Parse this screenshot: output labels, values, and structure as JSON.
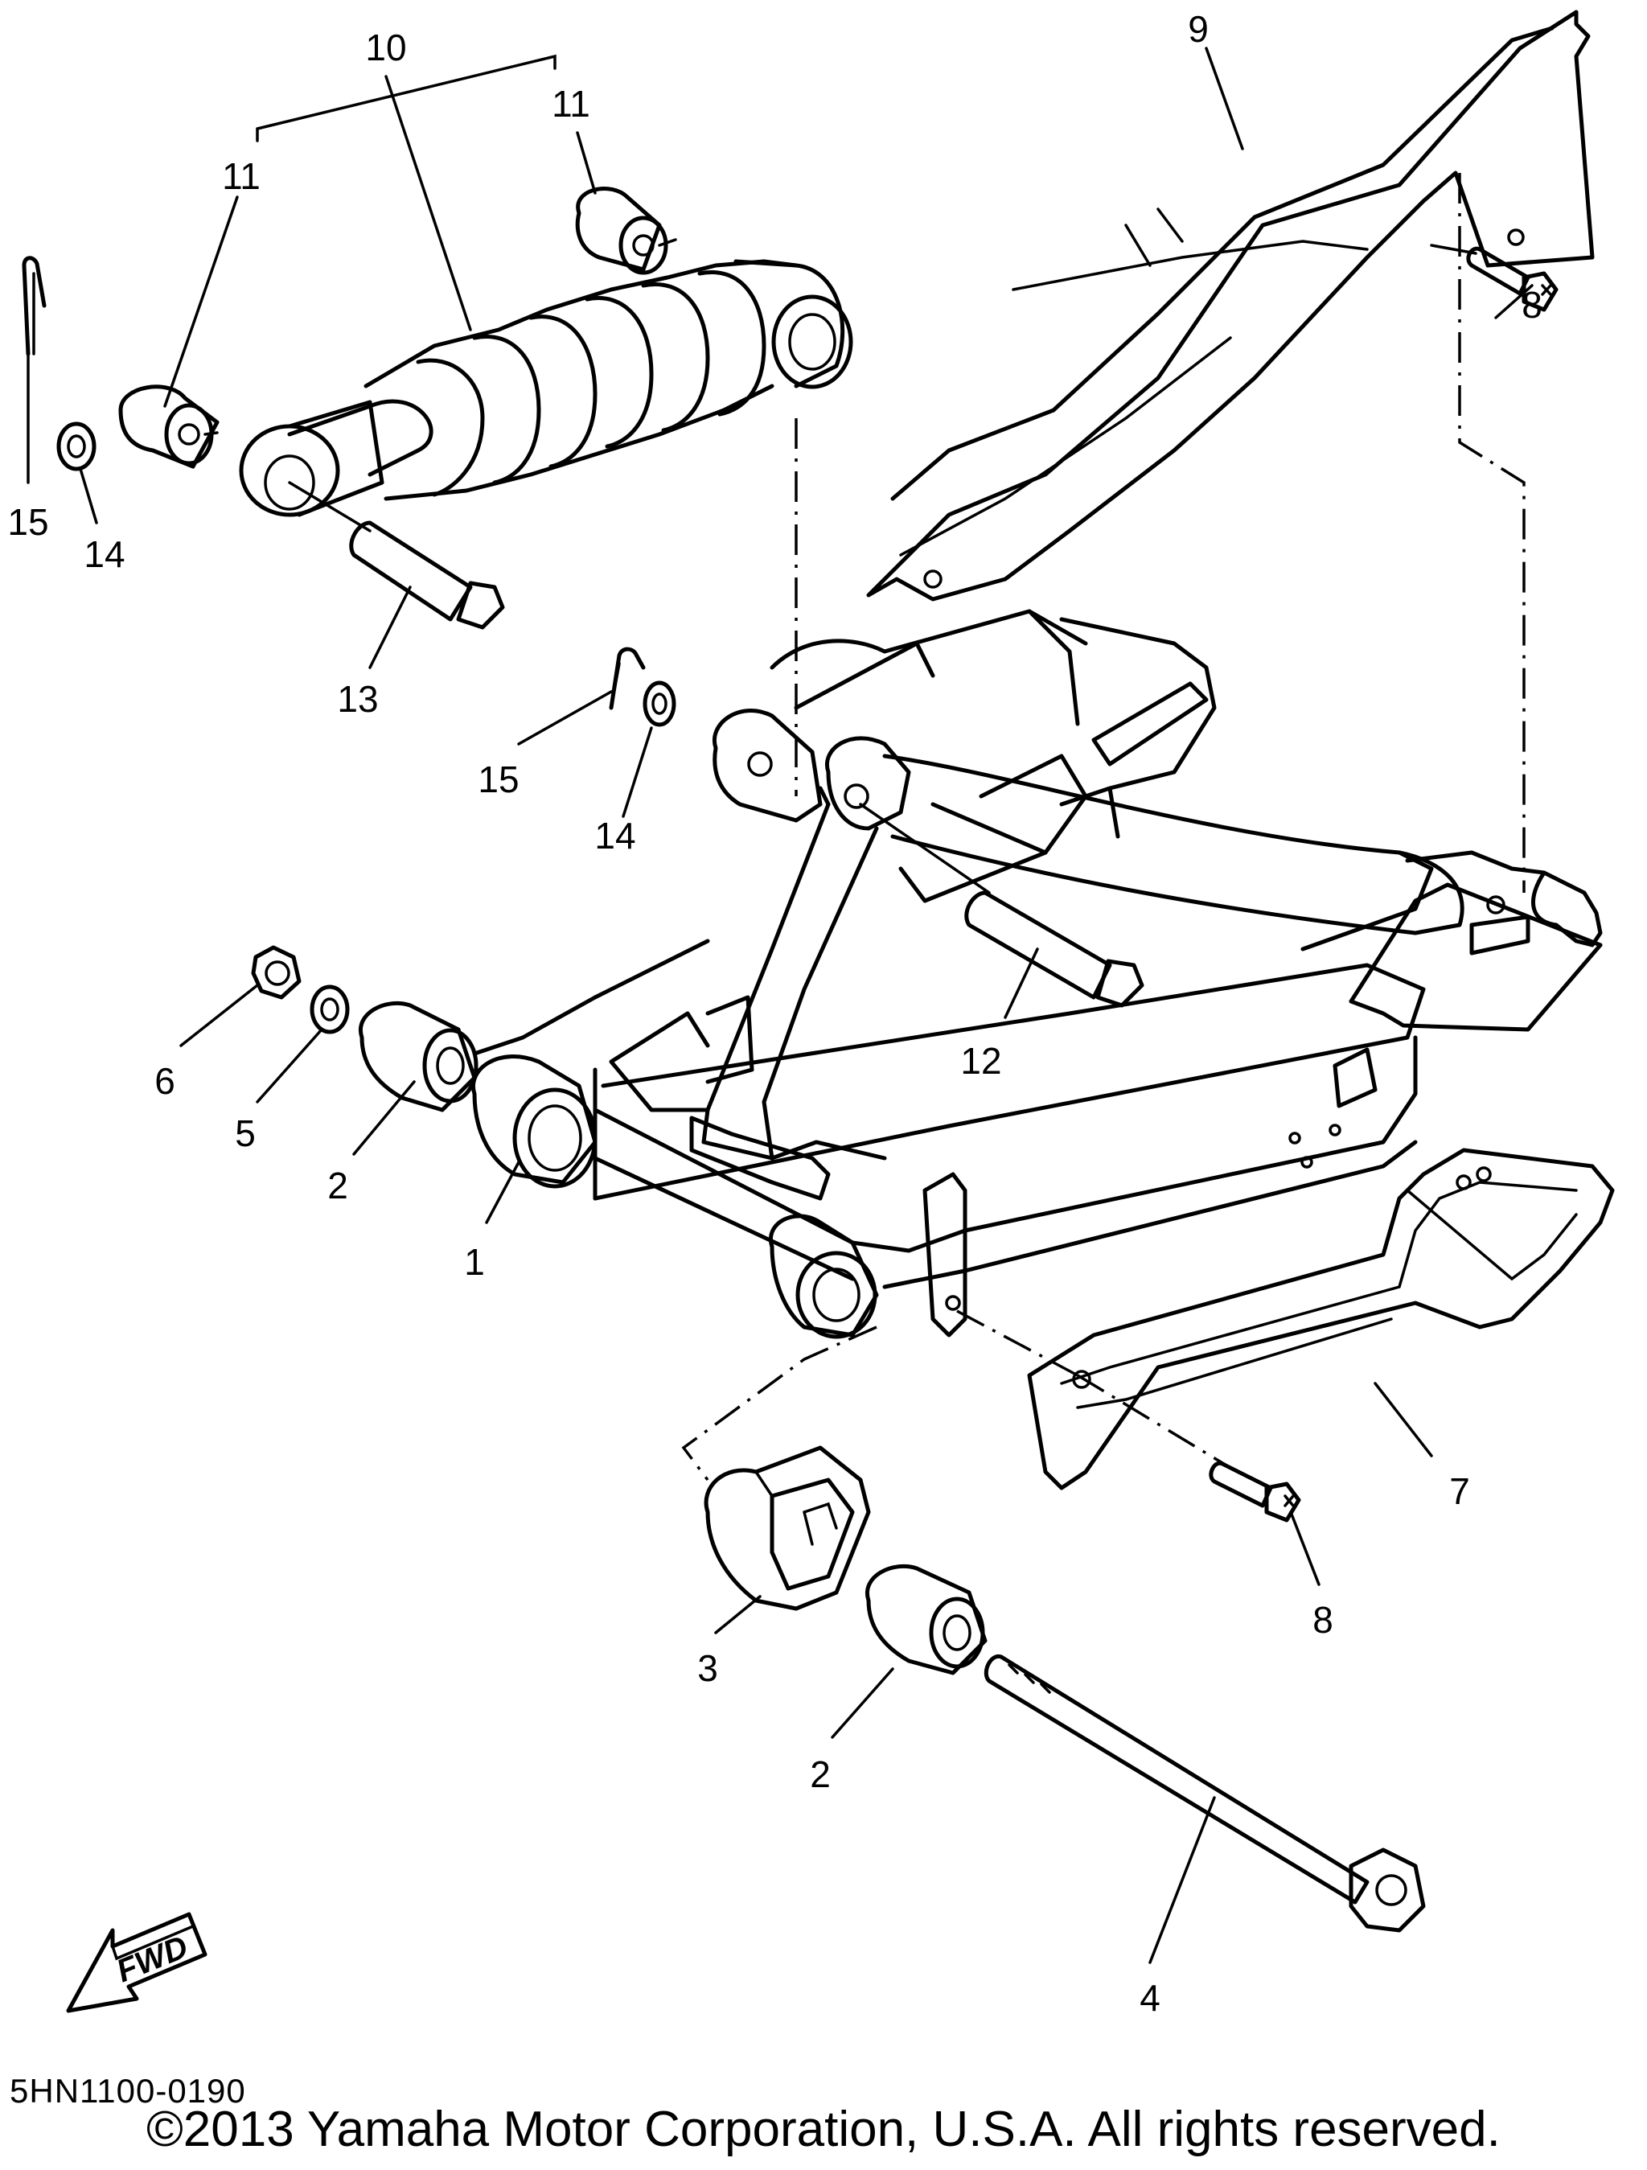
{
  "diagram": {
    "callouts": {
      "p1": "1",
      "p2a": "2",
      "p2b": "2",
      "p3": "3",
      "p4": "4",
      "p5": "5",
      "p6": "6",
      "p7": "7",
      "p8a": "8",
      "p8b": "8",
      "p9": "9",
      "p10": "10",
      "p11a": "11",
      "p11b": "11",
      "p12": "12",
      "p13": "13",
      "p14a": "14",
      "p14b": "14",
      "p15a": "15",
      "p15b": "15"
    },
    "fwd_label": "FWD"
  },
  "footer": {
    "diagram_code": "5HN1100-0190",
    "copyright": "©2013 Yamaha Motor Corporation, U.S.A. All rights reserved."
  }
}
